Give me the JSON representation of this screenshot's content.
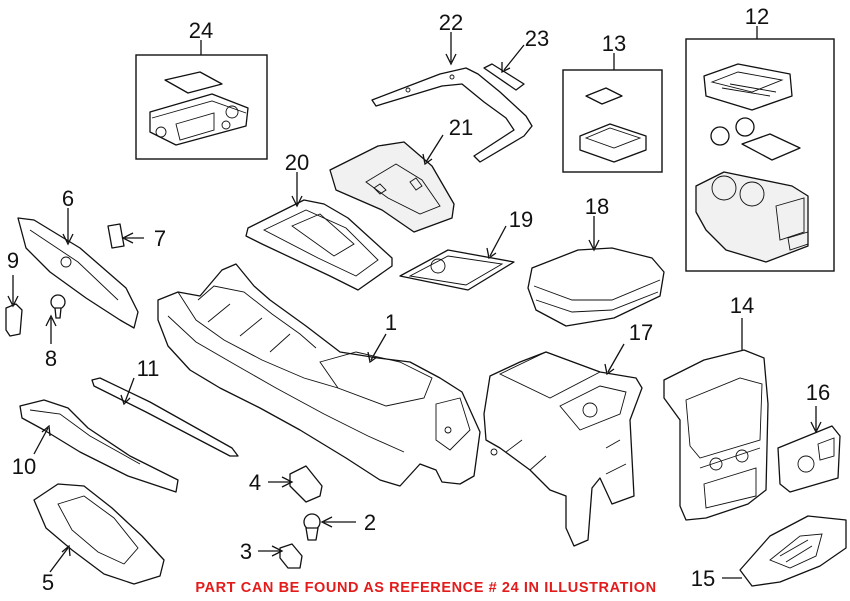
{
  "callouts": {
    "c1": "1",
    "c2": "2",
    "c3": "3",
    "c4": "4",
    "c5": "5",
    "c6": "6",
    "c7": "7",
    "c8": "8",
    "c9": "9",
    "c10": "10",
    "c11": "11",
    "c12": "12",
    "c13": "13",
    "c14": "14",
    "c15": "15",
    "c16": "16",
    "c17": "17",
    "c18": "18",
    "c19": "19",
    "c20": "20",
    "c21": "21",
    "c22": "22",
    "c23": "23",
    "c24": "24"
  },
  "note": {
    "text": "PART CAN BE FOUND AS REFERENCE # 24 IN ILLUSTRATION",
    "color": "#e31b1b"
  }
}
